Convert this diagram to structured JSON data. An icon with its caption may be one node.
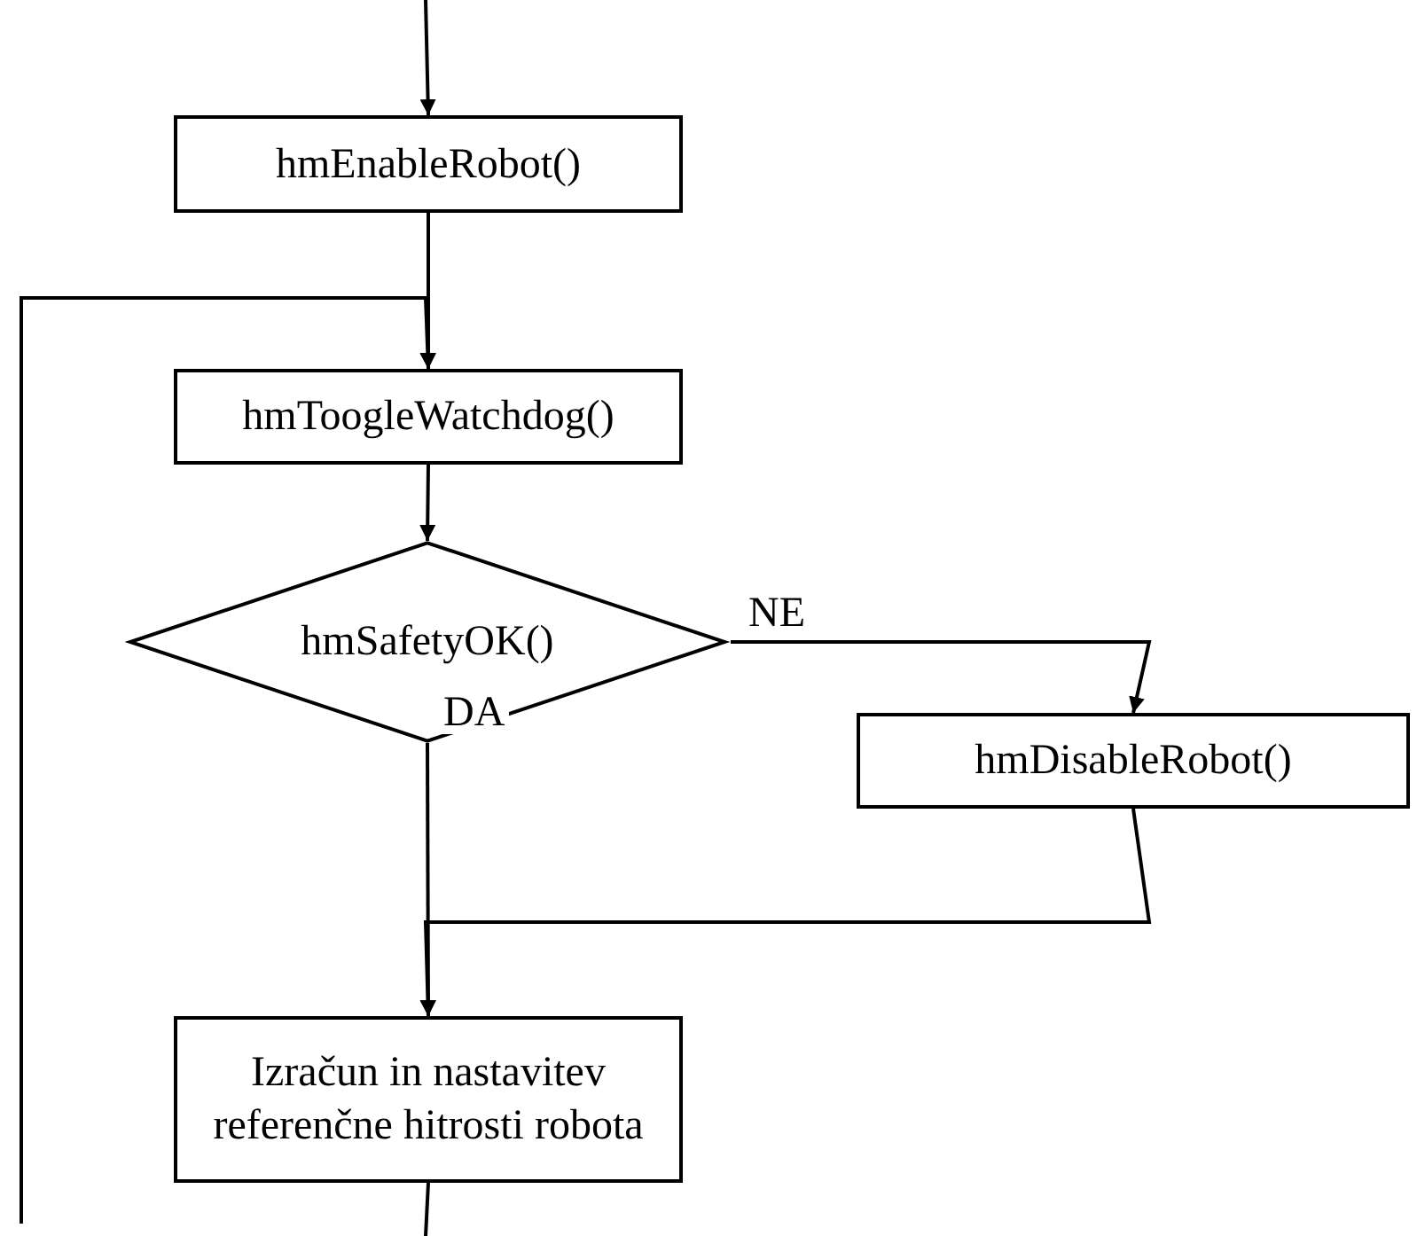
{
  "diagram": {
    "nodes": [
      {
        "text": [
          "hmEnableRobot()"
        ]
      },
      {
        "text": [
          "hmToogleWatchdog()"
        ]
      },
      {
        "text": [
          "hmSafetyOK()"
        ]
      },
      {
        "text": [
          "hmDisableRobot()"
        ]
      },
      {
        "text": [
          "Izračun in nastavitev referenčne hitrosti robota"
        ]
      }
    ],
    "edges": [
      {
        "from": null,
        "to": 0,
        "arrow": "to"
      },
      {
        "from": 0,
        "to": 1,
        "arrow": "to"
      },
      {
        "from": null,
        "to": 1,
        "arrow": "to"
      },
      {
        "from": 1,
        "to": 2,
        "arrow": "to"
      },
      {
        "from": 2,
        "to": 3,
        "arrow": "to",
        "label": "NE"
      },
      {
        "from": 2,
        "to": 4,
        "arrow": "to",
        "label": "DA"
      },
      {
        "from": 3,
        "to": 4,
        "arrow": "to"
      },
      {
        "from": 4,
        "to": null,
        "arrow": "none"
      }
    ]
  }
}
